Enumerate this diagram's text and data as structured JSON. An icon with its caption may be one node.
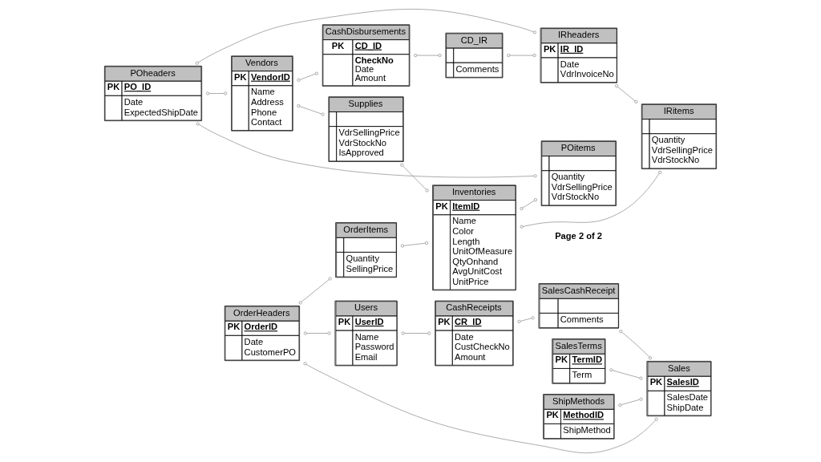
{
  "diagram": {
    "nodes": [
      {
        "text": [
          "OrderHeaders",
          "PK",
          "OrderID",
          "Date",
          "CustomerPO"
        ]
      },
      {
        "text": [
          "OrderItems",
          "Quantity",
          "SellingPrice"
        ]
      },
      {
        "text": [
          "SalesTerms",
          "PK",
          "TermID",
          "Term"
        ]
      },
      {
        "text": [
          "ShipMethods",
          "PK",
          "MethodID",
          "ShipMethod"
        ]
      },
      {
        "text": [
          "Users",
          "PK",
          "UserID",
          "Name",
          "Password",
          "Email"
        ]
      },
      {
        "text": [
          "Inventories",
          "PK",
          "ItemID",
          "Name",
          "Color",
          "Length",
          "UnitOfMeasure",
          "QtyOnhand",
          "AvgUnitCost",
          "UnitPrice"
        ]
      },
      {
        "text": [
          "Sales",
          "PK",
          "SalesID",
          "SalesDate",
          "ShipDate"
        ]
      },
      {
        "text": [
          "Supplies",
          "VdrSellingPrice",
          "VdrStockNo",
          "IsApproved"
        ]
      },
      {
        "text": [
          "SalesCashReceipt",
          "Comments"
        ]
      },
      {
        "text": [
          "Vendors",
          "PK",
          "VendorID",
          "Name",
          "Address",
          "Phone",
          "Contact"
        ]
      },
      {
        "text": [
          "POheaders",
          "PK",
          "PO_ID",
          "Date",
          "ExpectedShipDate"
        ]
      },
      {
        "text": [
          "POitems",
          "Quantity",
          "VdrSellingPrice",
          "VdrStockNo"
        ]
      },
      {
        "text": [
          "CashReceipts",
          "PK",
          "CR_ID",
          "Date",
          "CustCheckNo",
          "Amount"
        ]
      },
      {
        "text": [
          "CashDisbursements",
          "PK",
          "CD_ID",
          "CheckNo",
          "Date",
          "Amount"
        ]
      },
      {
        "text": [
          "CD_IR",
          "Comments"
        ]
      },
      {
        "text": [
          "IRheaders",
          "PK",
          "IR_ID",
          "Date",
          "VdrInvoiceNo"
        ]
      },
      {
        "text": [
          "IRitems",
          "Quantity",
          "VdrSellingPrice",
          "VdrStockNo"
        ]
      }
    ],
    "edges": [
      {
        "from": 0,
        "to": 4,
        "arrow": "other"
      },
      {
        "from": 0,
        "to": 1,
        "arrow": "other"
      },
      {
        "from": 1,
        "to": 5,
        "arrow": "other"
      },
      {
        "from": 2,
        "to": 6,
        "arrow": "other"
      },
      {
        "from": 3,
        "to": 6,
        "arrow": "other"
      },
      {
        "from": 6,
        "to": 0,
        "arrow": "other"
      },
      {
        "from": 4,
        "to": 12,
        "arrow": "other"
      },
      {
        "from": 8,
        "to": 6,
        "arrow": "other"
      },
      {
        "from": 12,
        "to": 8,
        "arrow": "other"
      },
      {
        "from": 7,
        "to": 5,
        "arrow": "other"
      },
      {
        "from": 9,
        "to": 7,
        "arrow": "other"
      },
      {
        "from": 5,
        "to": 11,
        "arrow": "other"
      },
      {
        "from": 5,
        "to": 16,
        "arrow": "other"
      },
      {
        "from": 10,
        "to": 9,
        "arrow": "other"
      },
      {
        "from": 10,
        "to": 11,
        "arrow": "other"
      },
      {
        "from": 10,
        "to": 15,
        "arrow": "other"
      },
      {
        "from": 9,
        "to": 13,
        "arrow": "other"
      },
      {
        "from": 13,
        "to": 14,
        "arrow": "other"
      },
      {
        "from": 14,
        "to": 15,
        "arrow": "other"
      },
      {
        "from": 15,
        "to": 16,
        "arrow": "other"
      }
    ],
    "labels": [
      "Page 2 of 2"
    ]
  }
}
